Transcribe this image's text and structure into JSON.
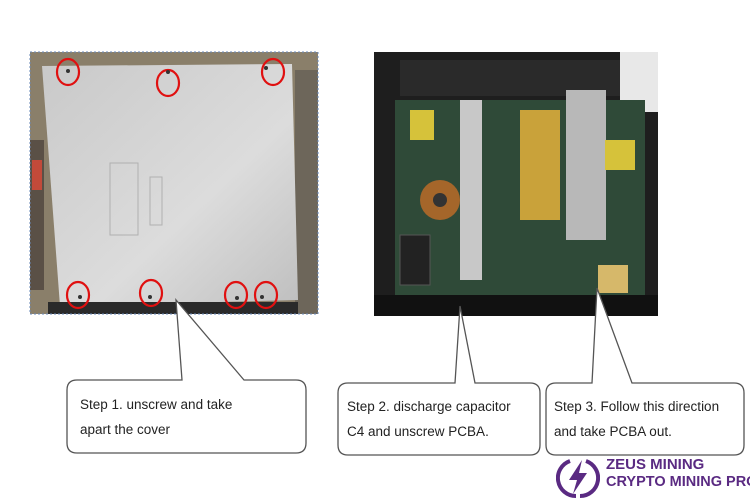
{
  "steps": [
    {
      "line1": "Step 1.  unscrew and take",
      "line2": "apart the cover"
    },
    {
      "line1": "Step 2.  discharge capacitor",
      "line2": "C4 and unscrew PCBA."
    },
    {
      "line1": "Step 3. Follow this direction",
      "line2": "and take PCBA out."
    }
  ],
  "logo": {
    "line1": "ZEUS MINING",
    "line2": "CRYPTO MINING PRO"
  },
  "colors": {
    "brand": "#5a2a82",
    "marker": "#e01010"
  }
}
